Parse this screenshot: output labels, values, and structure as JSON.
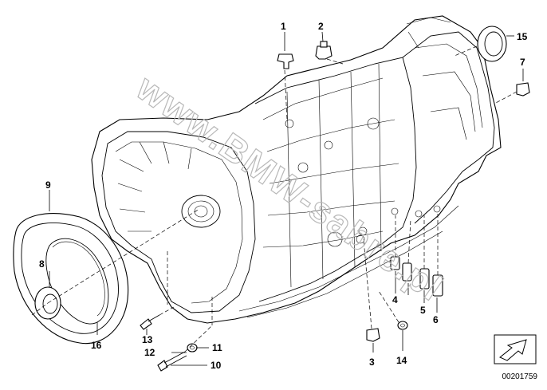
{
  "diagram": {
    "part_numbers": [
      "1",
      "2",
      "3",
      "4",
      "5",
      "6",
      "7",
      "8",
      "9",
      "10",
      "11",
      "12",
      "13",
      "14",
      "15",
      "16"
    ],
    "diagram_id": "00201759",
    "watermark": "www.BMW-sabre.pl"
  }
}
